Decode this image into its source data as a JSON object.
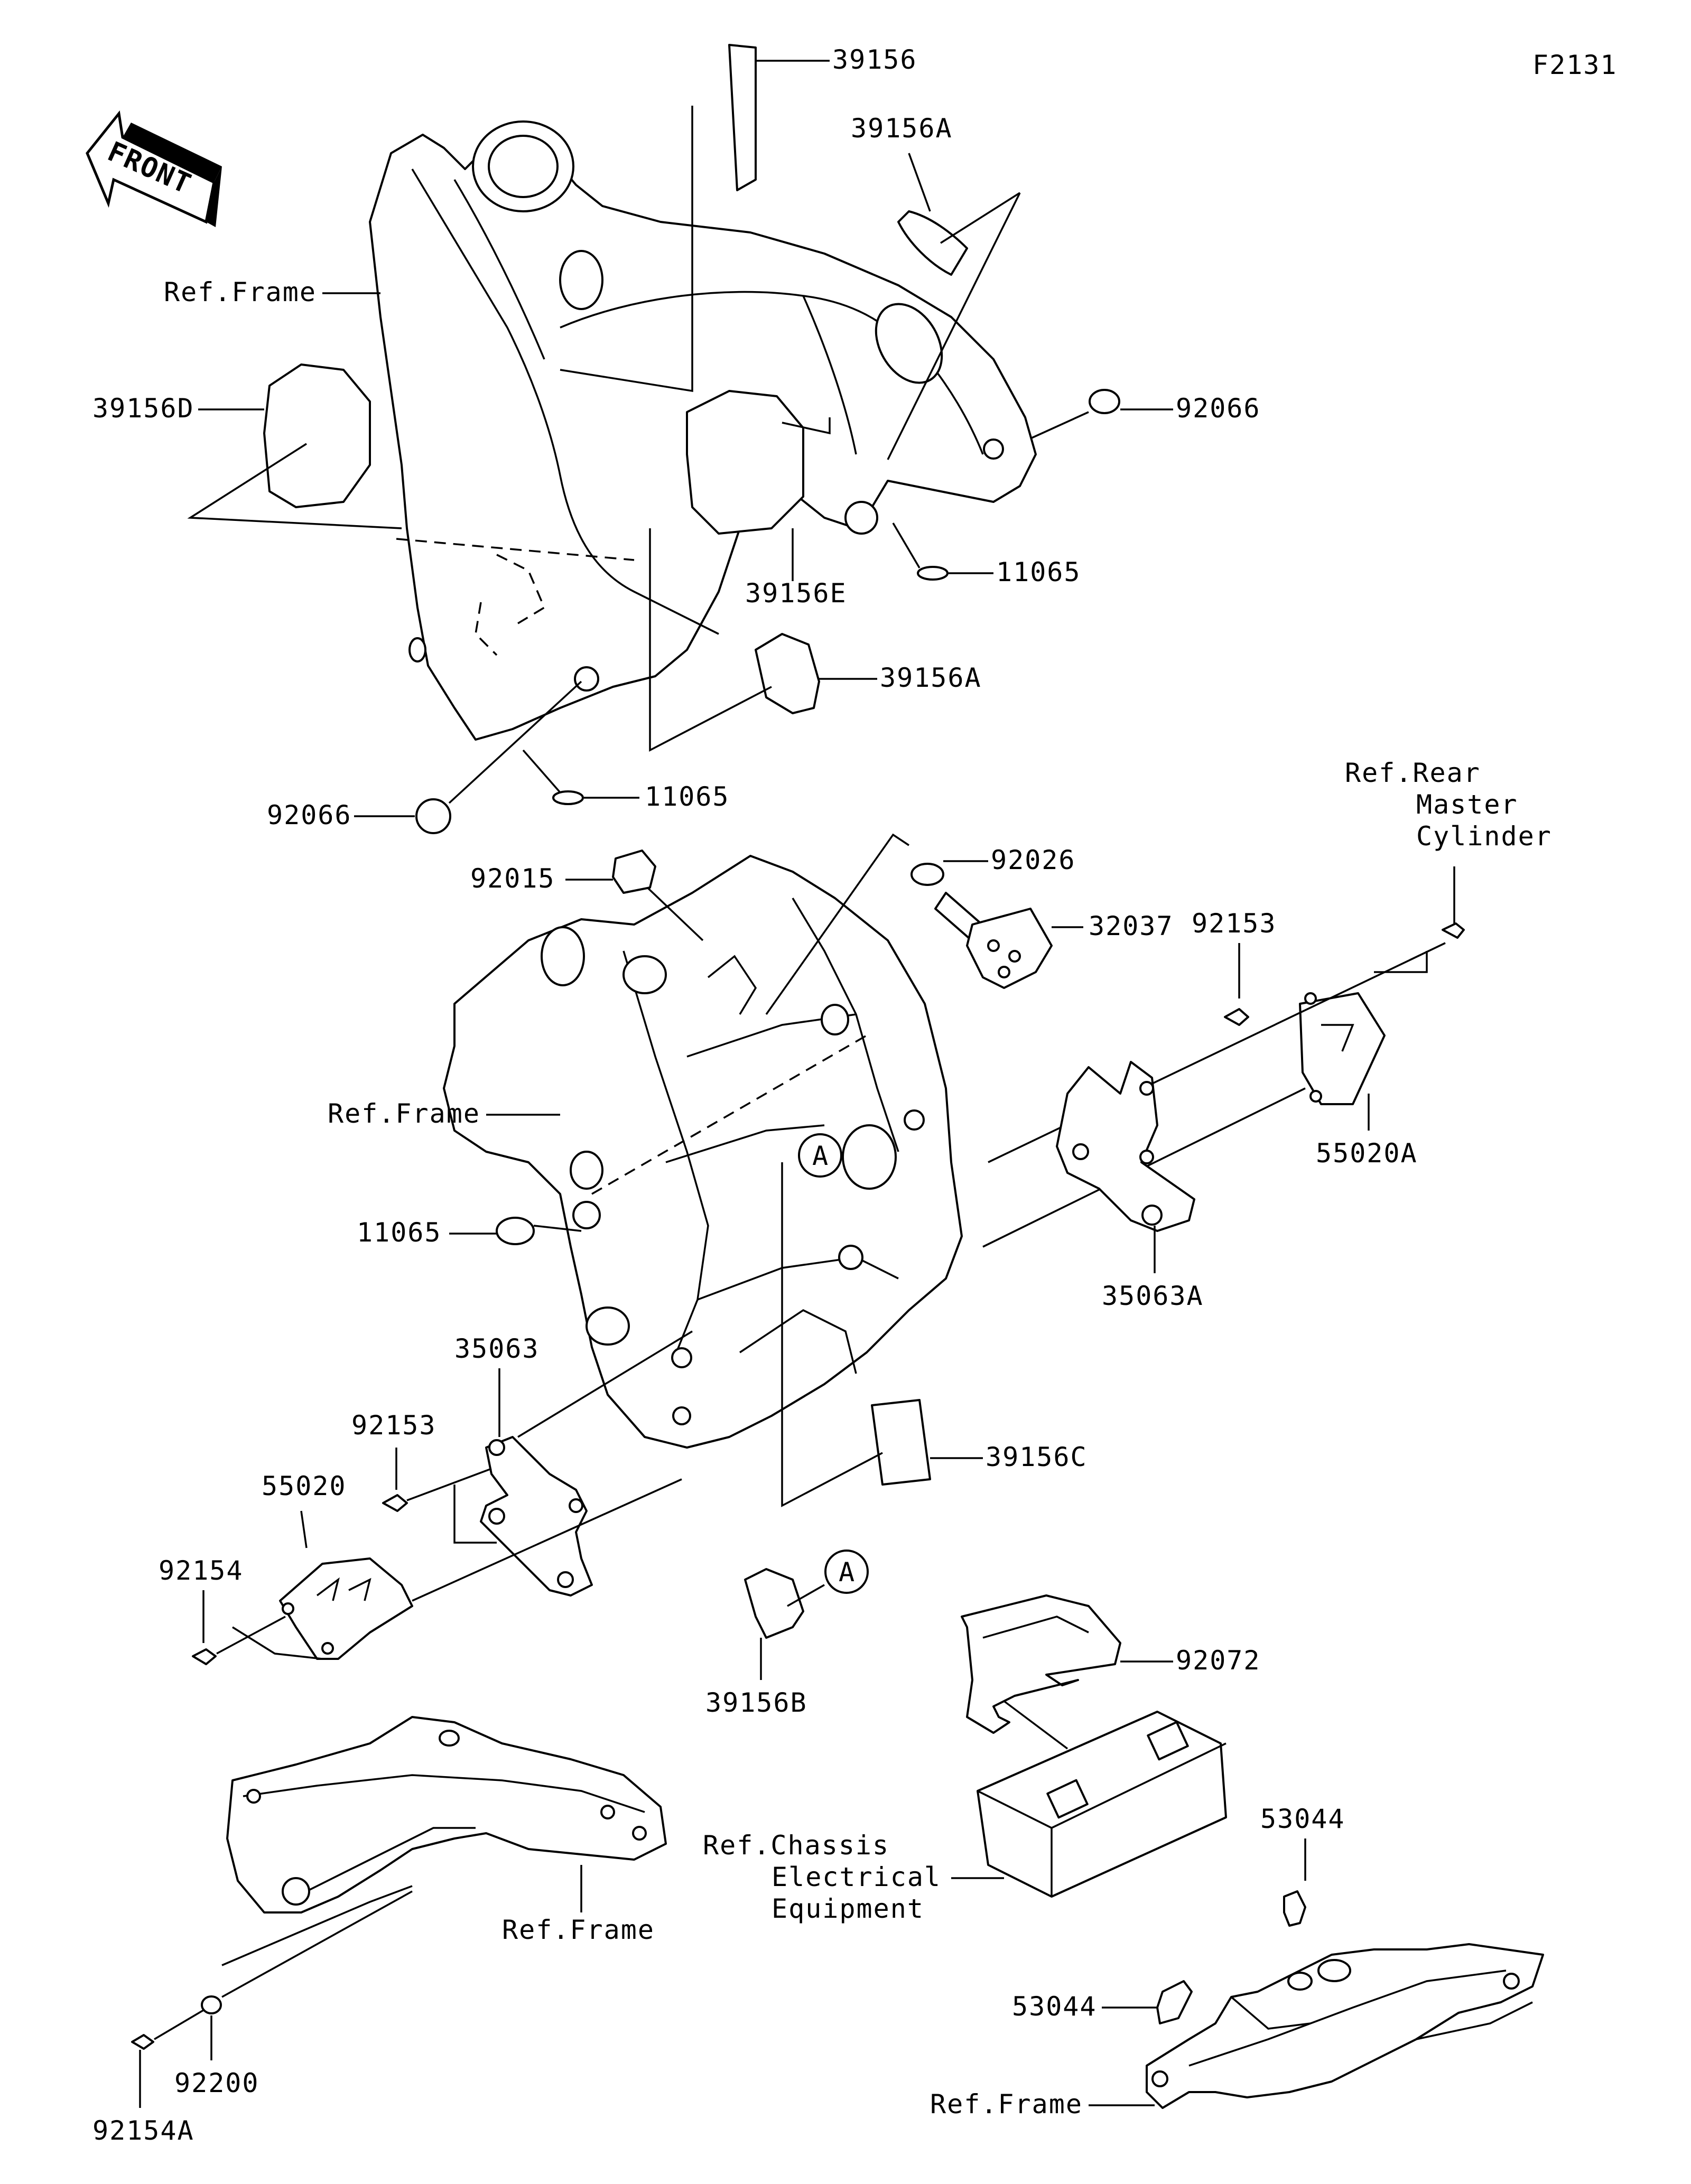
{
  "diagram_code": "F2131",
  "front_label": "FRONT",
  "callout_a": "A",
  "labels": {
    "p39156": "39156",
    "p39156A_top": "39156A",
    "ref_frame_1": "Ref.Frame",
    "p39156D": "39156D",
    "p92066_right": "92066",
    "p39156E": "39156E",
    "p11065_upper": "11065",
    "p39156A_mid": "39156A",
    "p92066_left": "92066",
    "p11065_mid": "11065",
    "ref_rear_l1": "Ref.Rear",
    "ref_rear_l2": "Master",
    "ref_rear_l3": "Cylinder",
    "p92026": "92026",
    "p92015": "92015",
    "p32037": "32037",
    "p92153_right": "92153",
    "ref_frame_2": "Ref.Frame",
    "p55020A": "55020A",
    "p11065_lower": "11065",
    "p35063A": "35063A",
    "p35063": "35063",
    "p92153_left": "92153",
    "p39156C": "39156C",
    "p55020": "55020",
    "p92154": "92154",
    "p39156B": "39156B",
    "p92072": "92072",
    "ref_chassis_l1": "Ref.Chassis",
    "ref_chassis_l2": "Electrical",
    "ref_chassis_l3": "Equipment",
    "p53044_top": "53044",
    "ref_frame_3": "Ref.Frame",
    "p53044_left": "53044",
    "p92200": "92200",
    "p92154A": "92154A",
    "ref_frame_4": "Ref.Frame"
  }
}
